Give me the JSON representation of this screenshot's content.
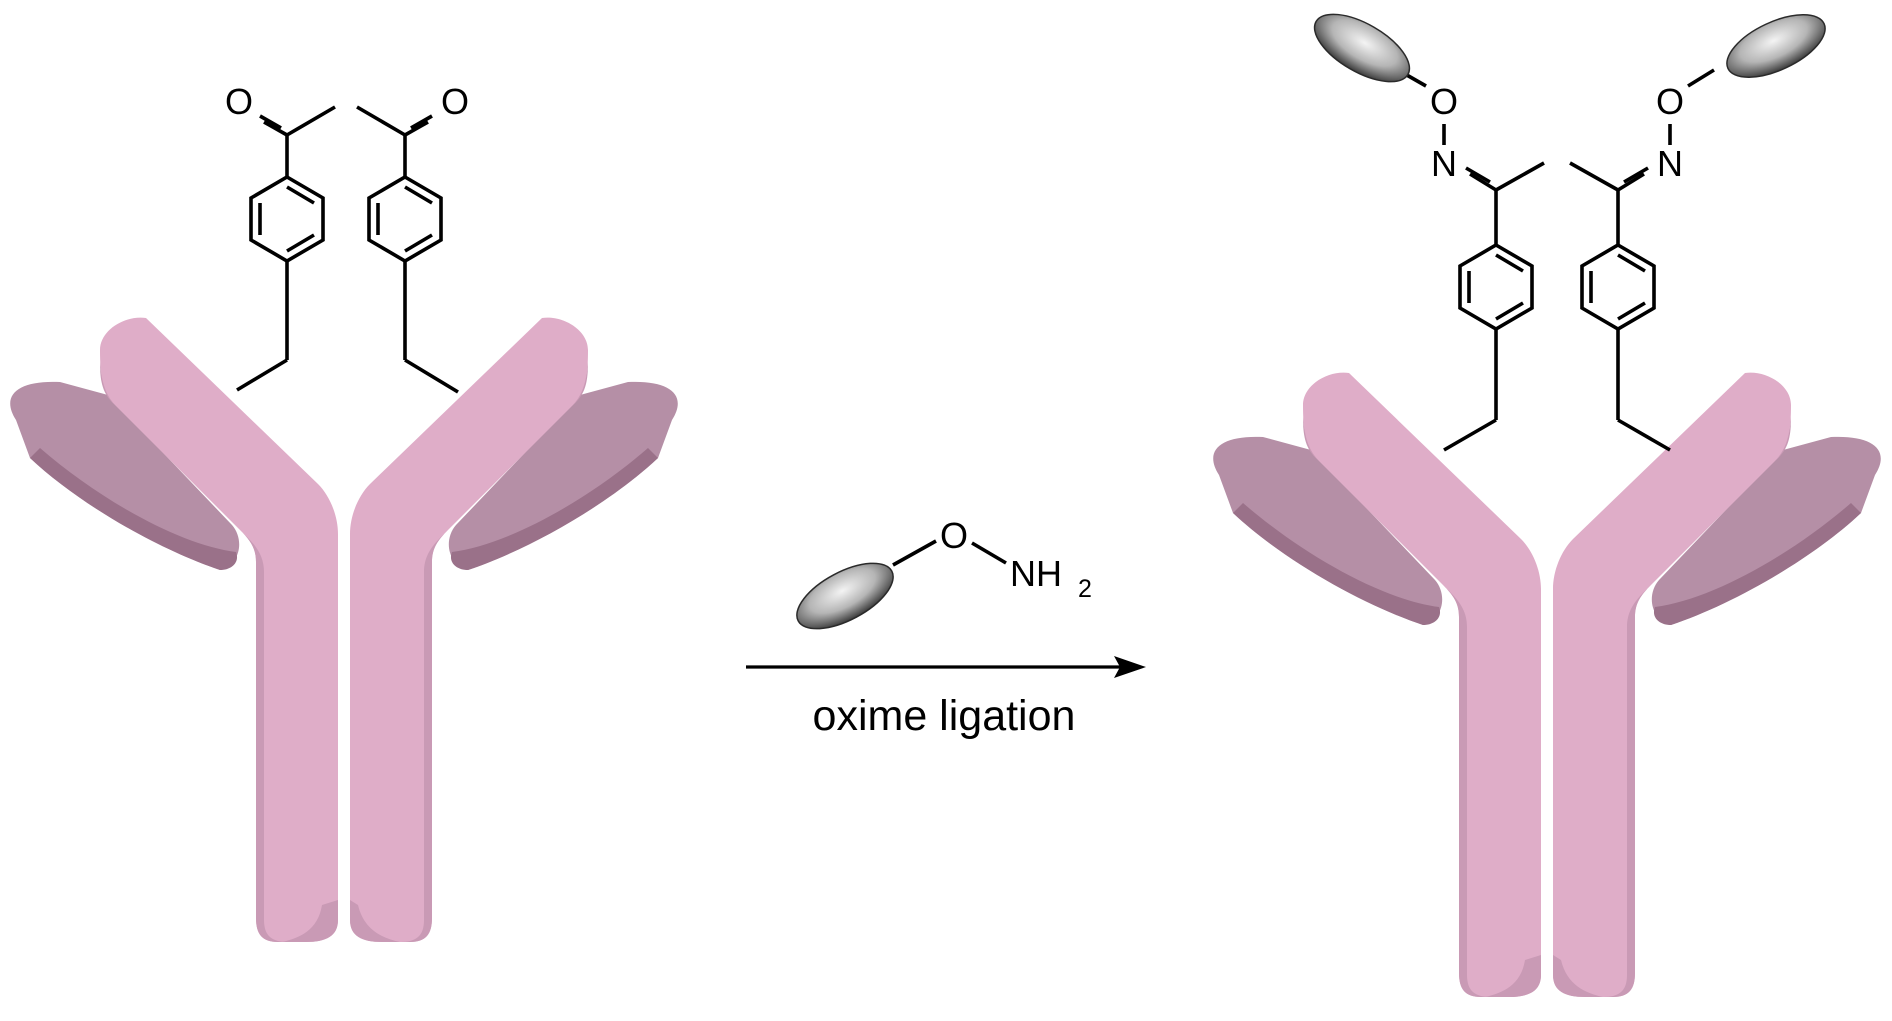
{
  "colors": {
    "antibody_light": "#dfadc8",
    "antibody_shade": "#c99ab5",
    "antibody_arm_dark": "#b58fa6",
    "antibody_arm_darker": "#9a7189",
    "payload_light": "#f4f4f4",
    "payload_dark": "#3a3a3a",
    "bond": "#000000",
    "background": "#ffffff"
  },
  "atoms": {
    "oxygen": "O",
    "nitrogen": "N"
  },
  "reagent": {
    "oxygen": "O",
    "amine": "NH",
    "amine_subscript": "2"
  },
  "reaction": {
    "label": "oxime ligation"
  }
}
